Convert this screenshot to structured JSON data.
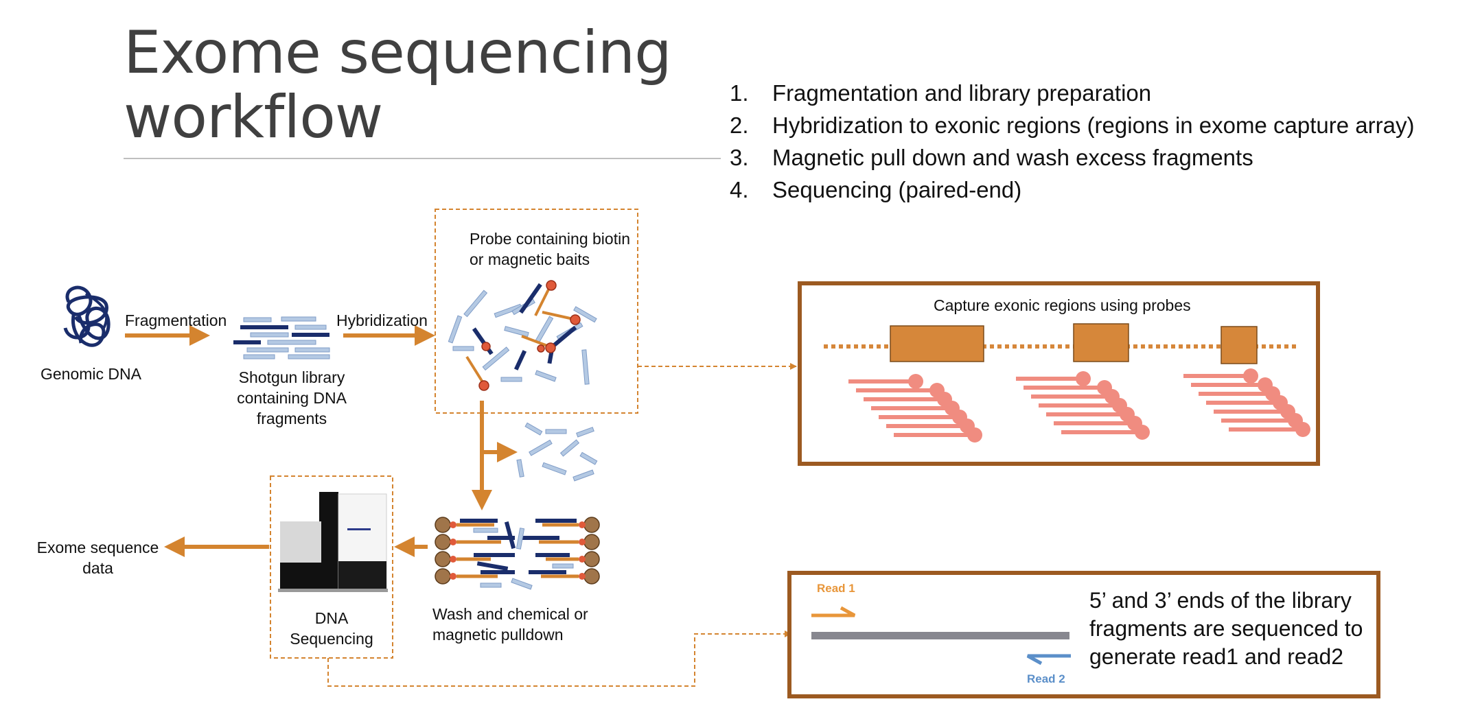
{
  "title": "Exome sequencing workflow",
  "steps": [
    {
      "num": "1.",
      "text": "Fragmentation and library preparation"
    },
    {
      "num": "2.",
      "text": "Hybridization to exonic regions (regions in exome capture array)"
    },
    {
      "num": "3.",
      "text": "Magnetic pull down and wash excess fragments"
    },
    {
      "num": "4.",
      "text": "Sequencing (paired-end)"
    }
  ],
  "diagram": {
    "genomic_dna": "Genomic DNA",
    "fragmentation": "Fragmentation",
    "shotgun_library": [
      "Shotgun library",
      "containing DNA",
      "fragments"
    ],
    "hybridization": "Hybridization",
    "probe": [
      "Probe containing biotin",
      "or magnetic baits"
    ],
    "wash": [
      "Wash and chemical or",
      "magnetic pulldown"
    ],
    "dna_sequencing": [
      "DNA",
      "Sequencing"
    ],
    "exome_data": [
      "Exome sequence",
      "data"
    ],
    "capture_title": "Capture exonic regions using probes",
    "read1": "Read 1",
    "read2": "Read 2",
    "ends_text": [
      "5’ and 3’ ends of the library",
      "fragments are sequenced to",
      "generate read1 and read2"
    ]
  },
  "colors": {
    "arrow_orange": "#d4842f",
    "box_brown": "#9c5a21",
    "dashed_orange": "#d4842f",
    "exon_fill": "#d6873a",
    "probe_pink": "#f08c80",
    "dark_blue": "#1a2d6b",
    "light_blue": "#b4c9e3",
    "gray_bar": "#87878f",
    "read_blue": "#5b8fc9"
  }
}
